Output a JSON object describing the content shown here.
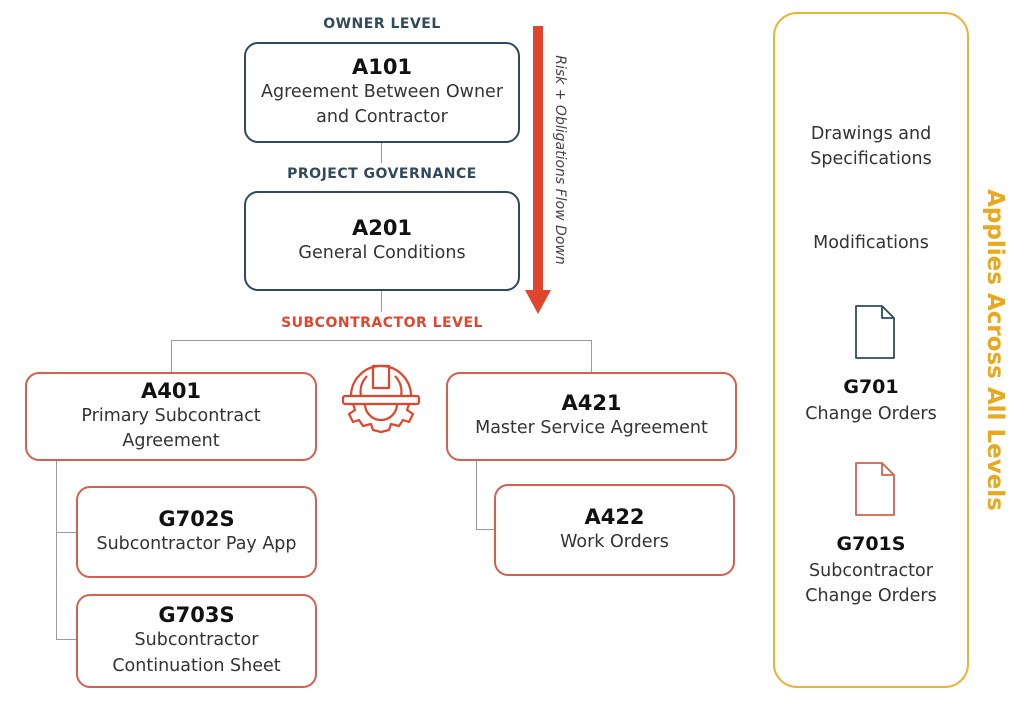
{
  "levels": {
    "owner": "OWNER LEVEL",
    "governance": "PROJECT GOVERNANCE",
    "subcontractor": "SUBCONTRACTOR LEVEL"
  },
  "boxes": {
    "a101": {
      "code": "A101",
      "line1": "Agreement Between Owner",
      "line2": "and Contractor"
    },
    "a201": {
      "code": "A201",
      "line1": "General Conditions"
    },
    "a401": {
      "code": "A401",
      "line1": "Primary Subcontract",
      "line2": "Agreement"
    },
    "a421": {
      "code": "A421",
      "line1": "Master Service Agreement"
    },
    "g702s": {
      "code": "G702S",
      "line1": "Subcontractor Pay App"
    },
    "g703s": {
      "code": "G703S",
      "line1": "Subcontractor",
      "line2": "Continuation Sheet"
    },
    "a422": {
      "code": "A422",
      "line1": "Work Orders"
    }
  },
  "flow_label": "Risk + Obligations Flow Down",
  "sidebar": {
    "title": "Applies Across All Levels",
    "drawings_line1": "Drawings and",
    "drawings_line2": "Specifications",
    "modifications": "Modifications",
    "g701": {
      "code": "G701",
      "label": "Change Orders"
    },
    "g701s": {
      "code": "G701S",
      "label1": "Subcontractor",
      "label2": "Change Orders"
    }
  },
  "colors": {
    "navy": "#2f4a5c",
    "red": "#e0462e",
    "gold": "#e8b43a"
  },
  "icons": {
    "arrow": "down-arrow-icon",
    "hardhat": "hardhat-gear-icon",
    "doc": "document-icon"
  }
}
